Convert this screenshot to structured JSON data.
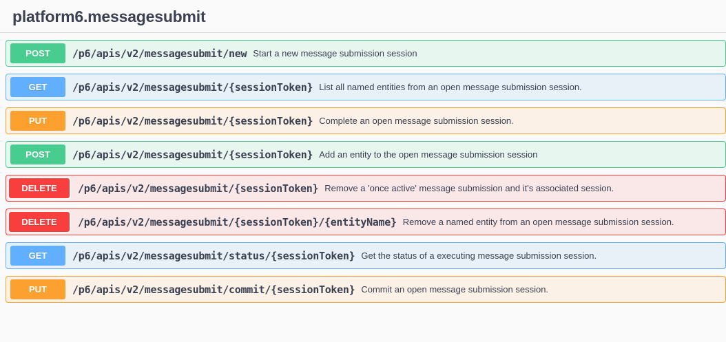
{
  "tag": {
    "title": "platform6.messagesubmit"
  },
  "colors": {
    "page_background": "#fafafa",
    "text": "#3b4151",
    "divider": "#cfd3d8",
    "post": "#49cc90",
    "post_bg": "#e8f6f0",
    "get": "#61affe",
    "get_bg": "#e8f0f8",
    "put": "#fca130",
    "put_bg": "#fbf1e6",
    "delete": "#f93e3e",
    "delete_bg": "#fae7e7"
  },
  "operations": [
    {
      "method": "POST",
      "path": "/p6/apis/v2/messagesubmit/new",
      "description": "Start a new message submission session"
    },
    {
      "method": "GET",
      "path": "/p6/apis/v2/messagesubmit/{sessionToken}",
      "description": "List all named entities from an open message submission session."
    },
    {
      "method": "PUT",
      "path": "/p6/apis/v2/messagesubmit/{sessionToken}",
      "description": "Complete an open message submission session."
    },
    {
      "method": "POST",
      "path": "/p6/apis/v2/messagesubmit/{sessionToken}",
      "description": "Add an entity to the open message submission session"
    },
    {
      "method": "DELETE",
      "path": "/p6/apis/v2/messagesubmit/{sessionToken}",
      "description": "Remove a 'once active' message submission and it's associated session."
    },
    {
      "method": "DELETE",
      "path": "/p6/apis/v2/messagesubmit/{sessionToken}/{entityName}",
      "description": "Remove a named entity from an open message submission session."
    },
    {
      "method": "GET",
      "path": "/p6/apis/v2/messagesubmit/status/{sessionToken}",
      "description": "Get the status of a executing message submission session."
    },
    {
      "method": "PUT",
      "path": "/p6/apis/v2/messagesubmit/commit/{sessionToken}",
      "description": "Commit an open message submission session."
    }
  ]
}
